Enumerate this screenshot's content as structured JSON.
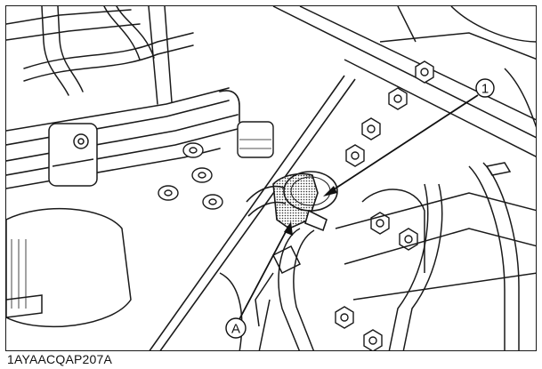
{
  "figure": {
    "code": "1AYAACQAP207A",
    "callouts": [
      {
        "label": "1"
      },
      {
        "label": "A"
      }
    ]
  }
}
